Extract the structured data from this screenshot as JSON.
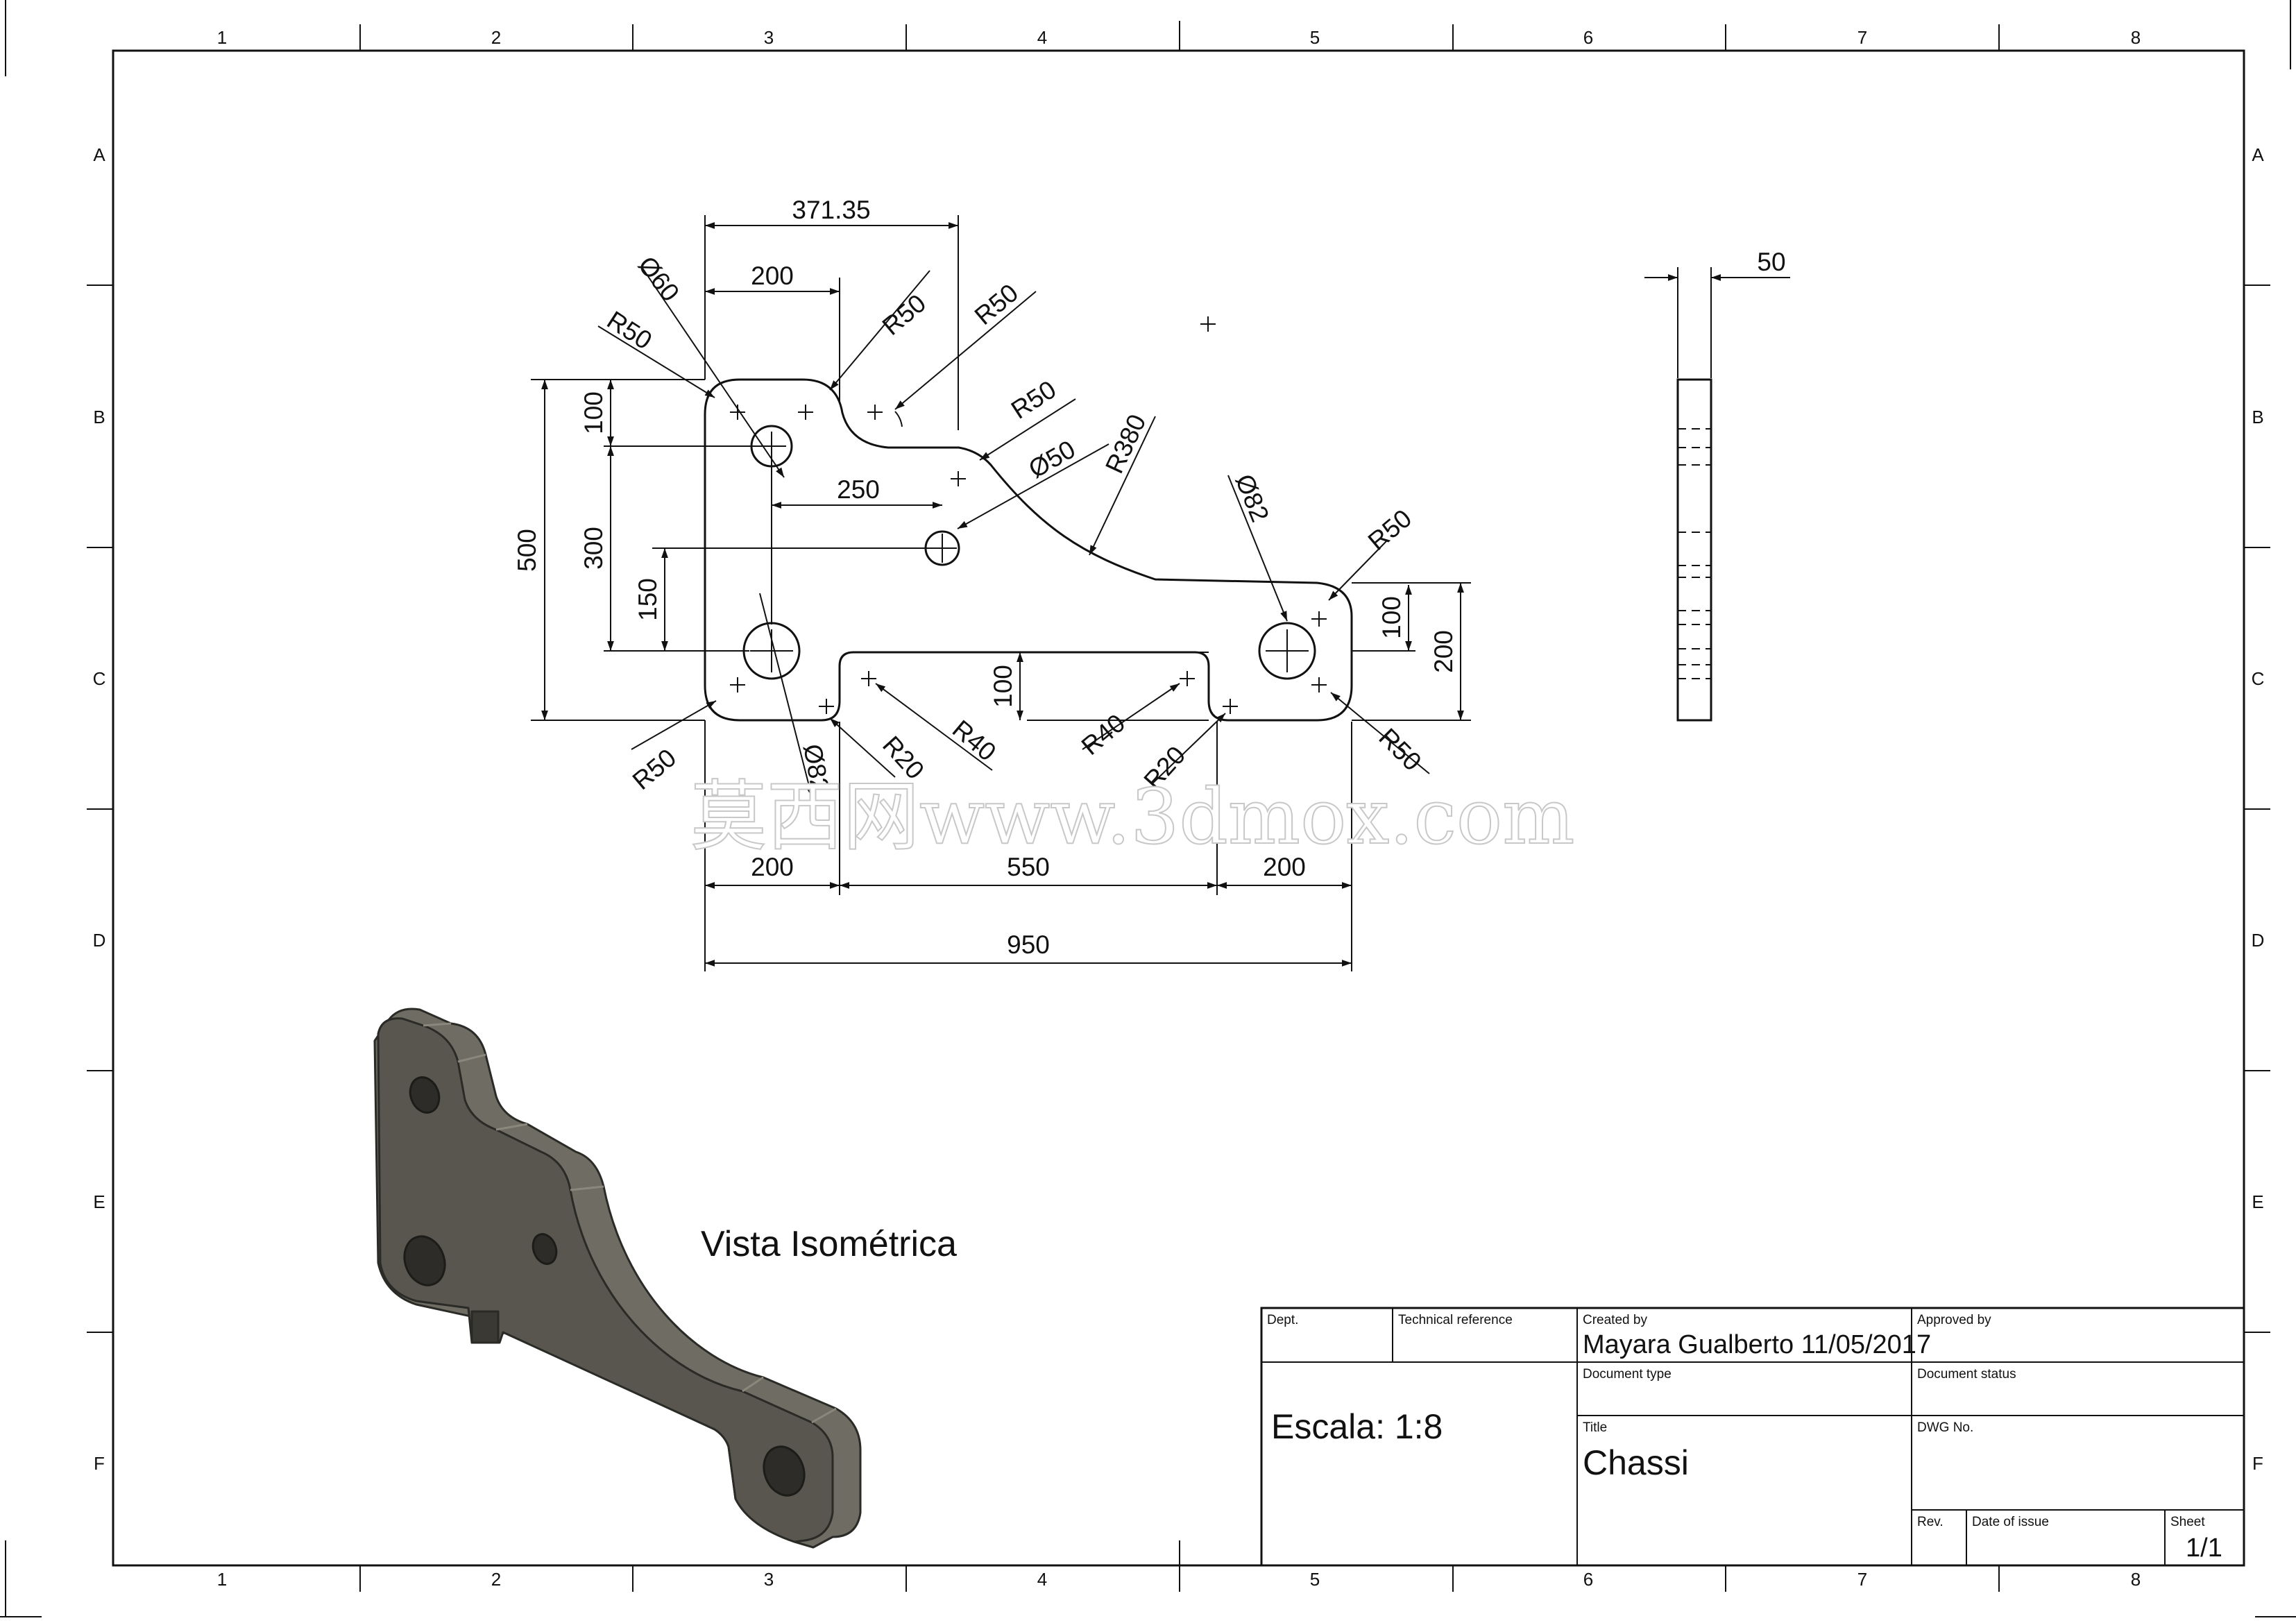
{
  "sheet": {
    "col_numbers": [
      "1",
      "2",
      "3",
      "4",
      "5",
      "6",
      "7",
      "8"
    ],
    "row_letters": [
      "A",
      "B",
      "C",
      "D",
      "E",
      "F"
    ]
  },
  "dimensions": {
    "d_371": "371.35",
    "d_200_top": "200",
    "d_dia60": "Ø60",
    "d_r50_a": "R50",
    "d_r50_b": "R50",
    "d_r50_c": "R50",
    "d_r50_d": "R50",
    "d_dia50": "Ø50",
    "d_r380": "R380",
    "d_dia82_r": "Ø82",
    "d_r50_e": "R50",
    "d_250": "250",
    "d_500": "500",
    "d_100_l": "100",
    "d_300": "300",
    "d_150": "150",
    "d_100_mid": "100",
    "d_100_r": "100",
    "d_200_r": "200",
    "d_r50_bl": "R50",
    "d_dia82_l": "Ø82",
    "d_r20_a": "R20",
    "d_r40_a": "R40",
    "d_r40_b": "R40",
    "d_r20_b": "R20",
    "d_r50_br": "R50",
    "d_200_bl": "200",
    "d_550": "550",
    "d_200_br": "200",
    "d_950": "950",
    "d_50_side": "50"
  },
  "labels": {
    "iso_view": "Vista Isométrica",
    "watermark": "莫西网www.3dmox.com"
  },
  "title_block": {
    "dept_label": "Dept.",
    "tech_ref_label": "Technical reference",
    "created_by_label": "Created by",
    "created_by_value": "Mayara Gualberto 11/05/2017",
    "approved_by_label": "Approved by",
    "doc_type_label": "Document type",
    "doc_status_label": "Document status",
    "scale": "Escala: 1:8",
    "title_label": "Title",
    "title_value": "Chassi",
    "dwg_no_label": "DWG No.",
    "rev_label": "Rev.",
    "date_issue_label": "Date of issue",
    "sheet_label": "Sheet",
    "sheet_value": "1/1"
  },
  "colors": {
    "line": "#111111",
    "part_face": "#5c5a52",
    "part_side": "#7a786e",
    "part_edge": "#2a2a26",
    "watermark": "#e6e6e6"
  }
}
